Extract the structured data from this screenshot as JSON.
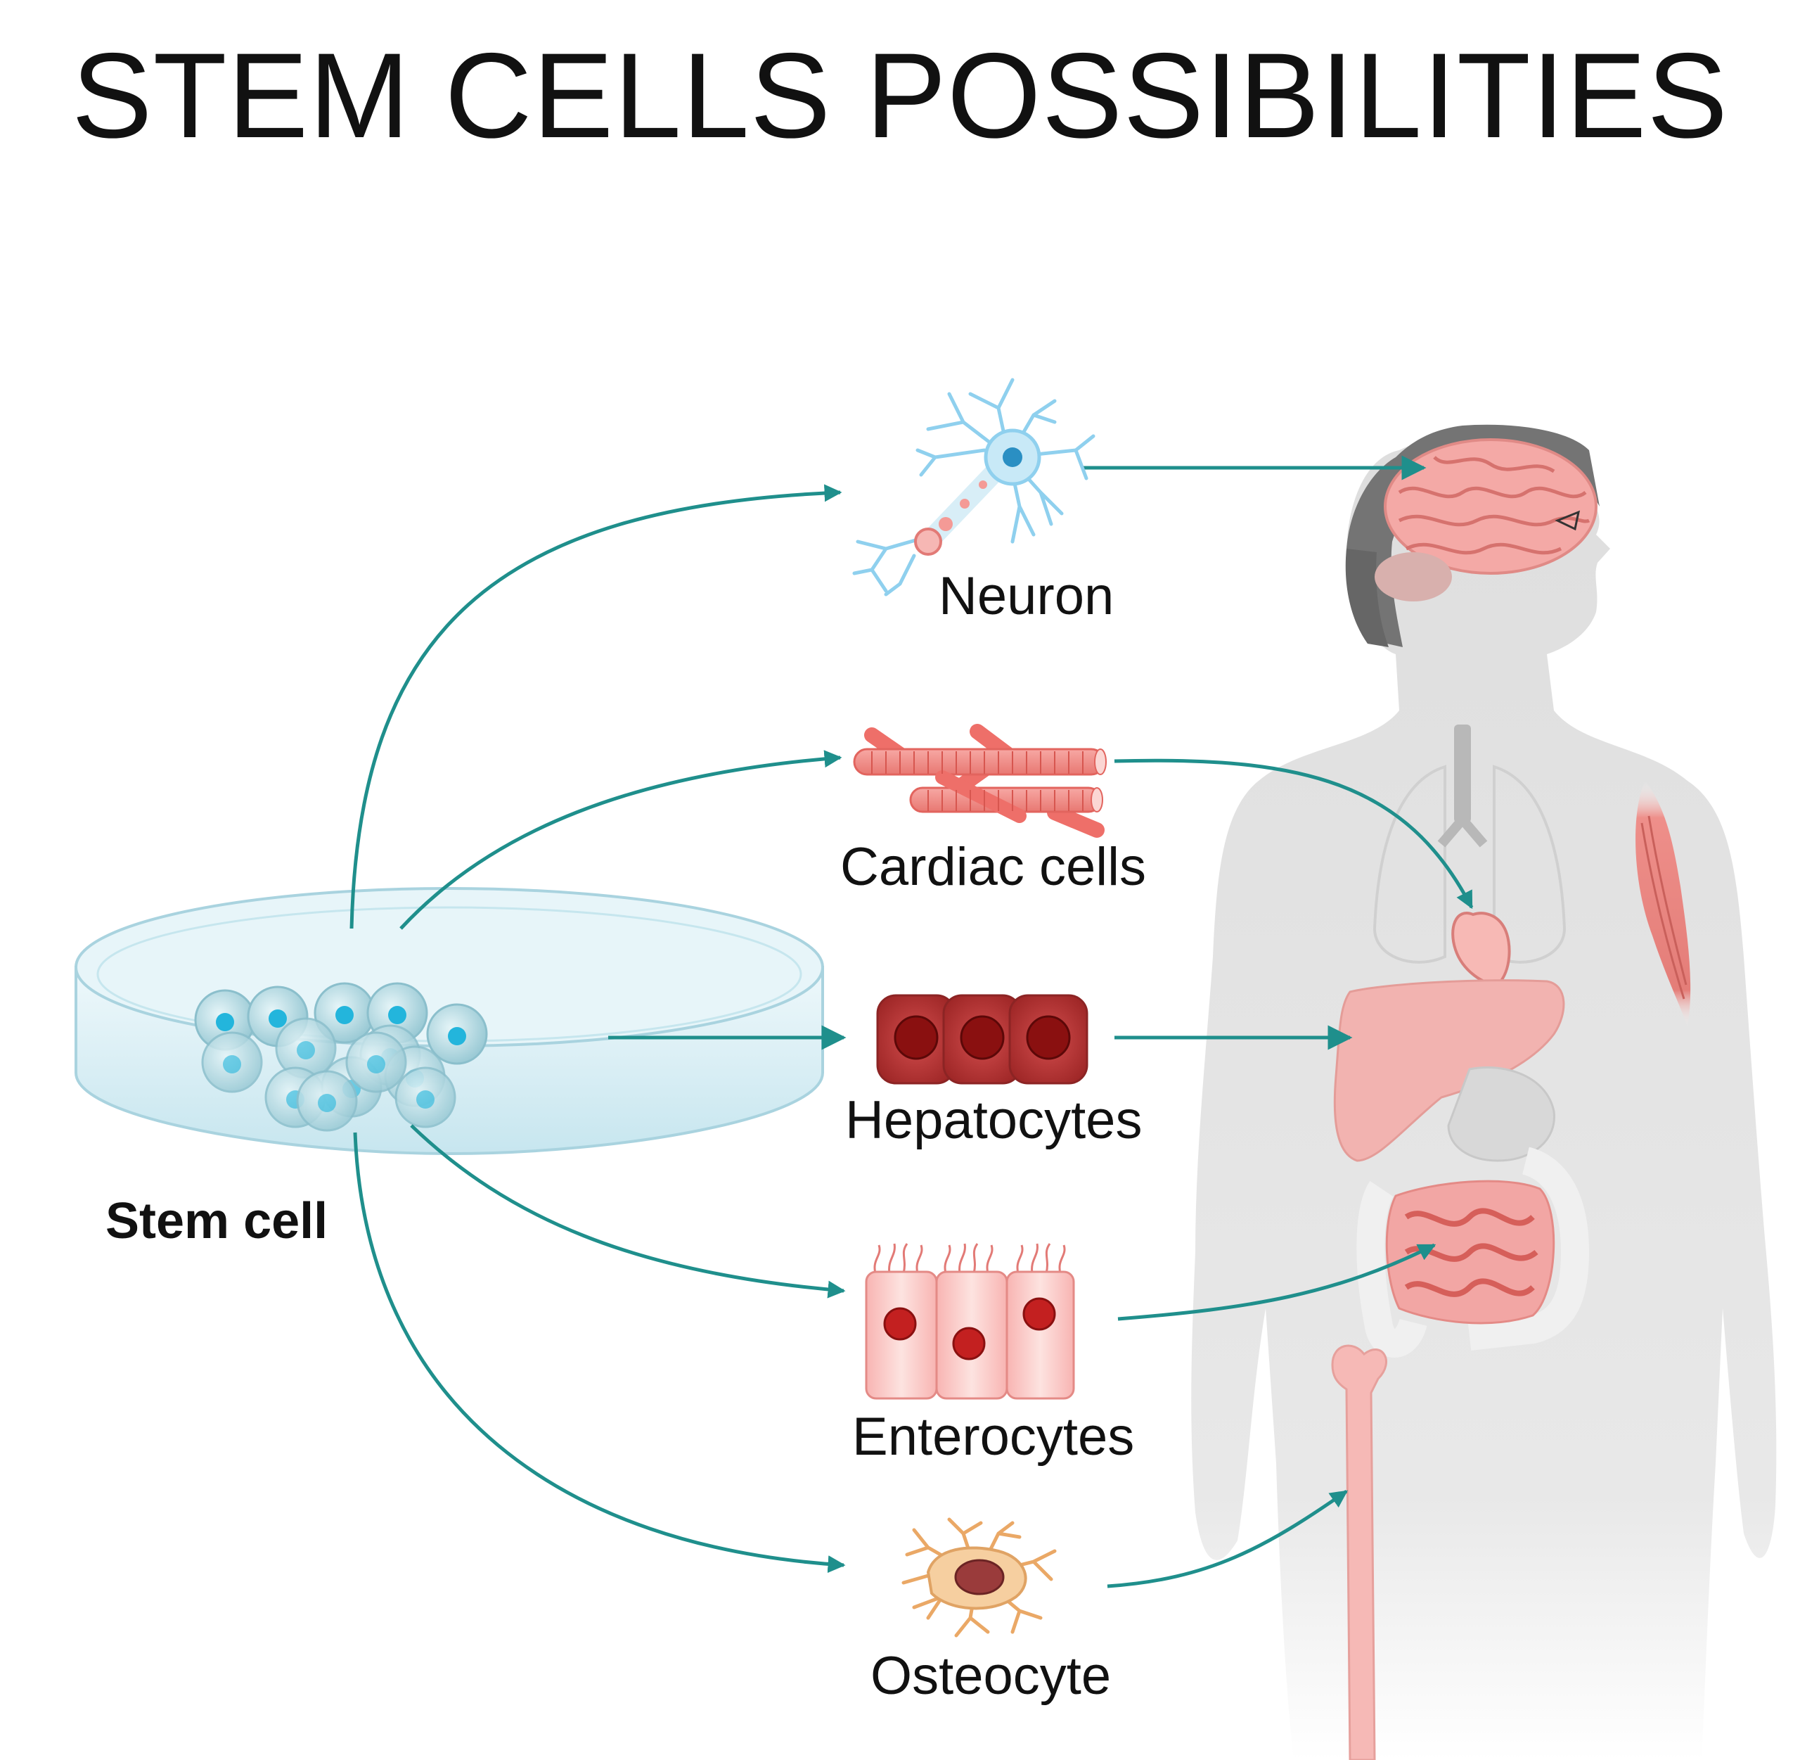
{
  "title": "STEM CELLS POSSIBILITIES",
  "source": {
    "label": "Stem cell"
  },
  "cell_types": [
    {
      "label": "Neuron",
      "target_organ": "brain"
    },
    {
      "label": "Cardiac cells",
      "target_organ": "heart"
    },
    {
      "label": "Hepatocytes",
      "target_organ": "liver"
    },
    {
      "label": "Enterocytes",
      "target_organ": "small intestine"
    },
    {
      "label": "Osteocyte",
      "target_organ": "bone"
    }
  ],
  "colors": {
    "arrow": "#1f8f8c",
    "body": "#e3e3e3",
    "hair": "#747474",
    "organ_pink": "#f4a9a6",
    "liver": "#f2b3b0",
    "hepatocyte": "#b83b3b",
    "nucleus": "#8a1010",
    "neuron": "#8fd0ee",
    "dish": "#d6eef6",
    "stem_cell": "#b9dde6",
    "stem_nucleus": "#23b5dc",
    "osteocyte": "#f6cfa0"
  }
}
